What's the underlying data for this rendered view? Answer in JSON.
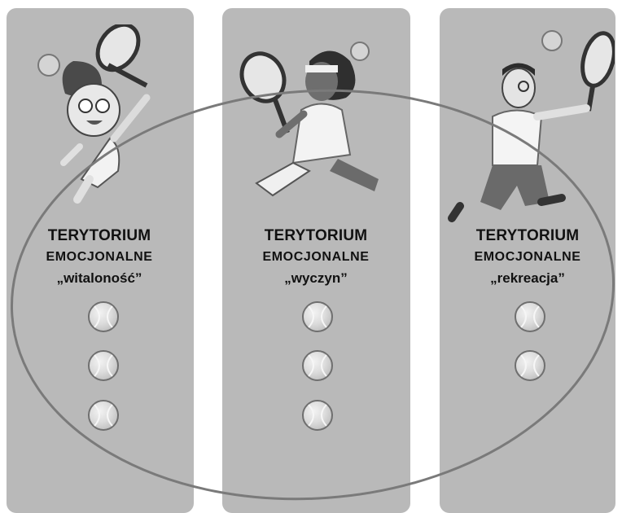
{
  "colors": {
    "panel": "#b9b9b9",
    "ring": "#7a7a7a",
    "text": "#111111"
  },
  "territories": [
    {
      "heading_line1": "TERYTORIUM",
      "heading_line2": "EMOCJONALNE",
      "name": "„witaloność”",
      "figure": "girl-tennis-player-icon",
      "balls": 3
    },
    {
      "heading_line1": "TERYTORIUM",
      "heading_line2": "EMOCJONALNE",
      "name": "„wyczyn”",
      "figure": "woman-tennis-player-icon",
      "balls": 3
    },
    {
      "heading_line1": "TERYTORIUM",
      "heading_line2": "EMOCJONALNE",
      "name": "„rekreacja”",
      "figure": "man-tennis-player-icon",
      "balls": 2
    }
  ]
}
